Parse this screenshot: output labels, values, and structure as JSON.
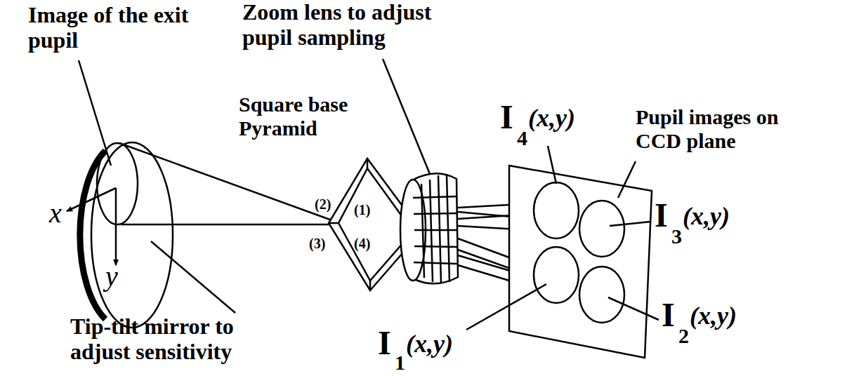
{
  "diagram": {
    "labels": [
      "Image of the exit pupil",
      "x",
      "y",
      "Square base Pyramid",
      "(2)",
      "(1)",
      "(3)",
      "(4)",
      "Zoom lens to adjust pupil sampling",
      "I",
      "4",
      "(x,y)",
      "Pupil images on CCD plane",
      "I",
      "3",
      "(x,y)",
      "I",
      "2",
      "(x,y)",
      "I",
      "1",
      "(x,y)",
      "Tip-tilt mirror to adjust sensitivity"
    ]
  }
}
